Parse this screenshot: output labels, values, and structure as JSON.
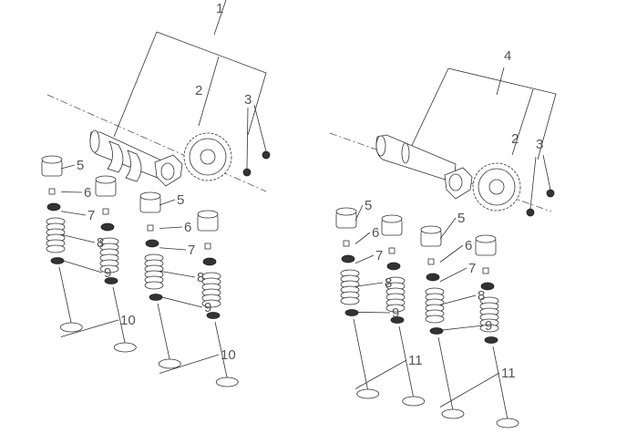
{
  "diagram": {
    "callouts": {
      "camshaft_left": "1",
      "sprocket_left": "2",
      "bolt_left": "3",
      "camshaft_right": "4",
      "sprocket_right": "2",
      "bolt_right": "3"
    },
    "left_bank": [
      {
        "tappet": "5",
        "shim": "6",
        "retainer": "7",
        "spring": "8",
        "seat": "9",
        "valve": "10"
      },
      {
        "tappet": "5",
        "shim": "6",
        "retainer": "7",
        "spring": "8",
        "seat": "9",
        "valve": "10"
      }
    ],
    "right_bank": [
      {
        "tappet": "5",
        "shim": "6",
        "retainer": "7",
        "spring": "8",
        "seat": "9",
        "valve": "11"
      },
      {
        "tappet": "5",
        "shim": "6",
        "retainer": "7",
        "spring": "8",
        "seat": "9",
        "valve": "11"
      }
    ]
  }
}
